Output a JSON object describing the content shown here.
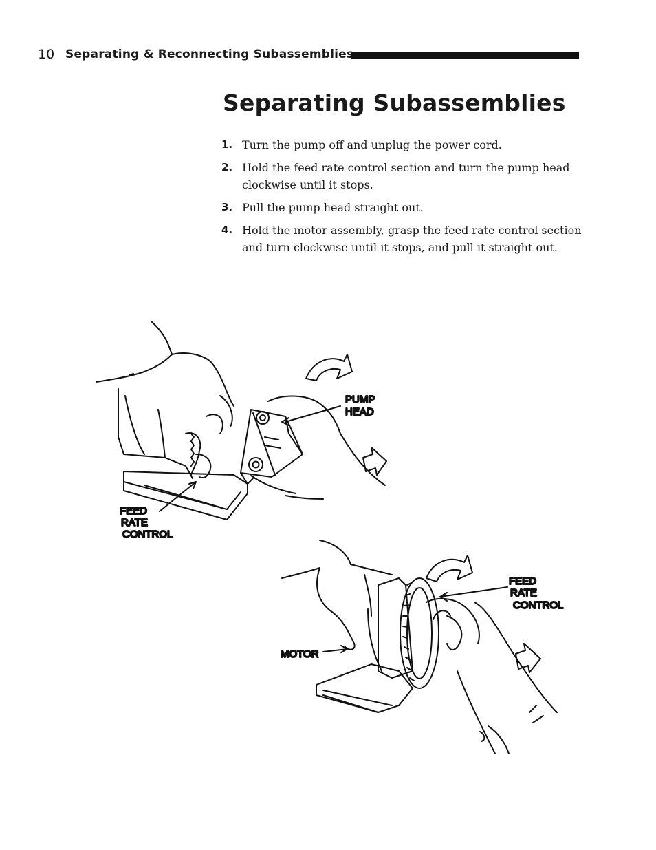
{
  "header": {
    "page_number": "10",
    "running_title": "Separating & Reconnecting Subassemblies"
  },
  "title": "Separating Subassemblies",
  "steps": [
    {
      "num": "1.",
      "text": "Turn the pump off and unplug the power cord."
    },
    {
      "num": "2.",
      "text": "Hold the feed rate control section and turn the pump head clockwise until it stops."
    },
    {
      "num": "3.",
      "text": "Pull the pump head straight out."
    },
    {
      "num": "4.",
      "text": "Hold the motor assembly, grasp the feed rate control section and turn clockwise until it stops, and pull it straight out."
    }
  ],
  "figure": {
    "labels": {
      "pump": "PUMP",
      "head": "HEAD",
      "feed1": "FEED",
      "rate1": "RATE",
      "control1": "CONTROL",
      "feed2": "FEED",
      "rate2": "RATE",
      "control2": "CONTROL",
      "motor": "MOTOR"
    }
  }
}
